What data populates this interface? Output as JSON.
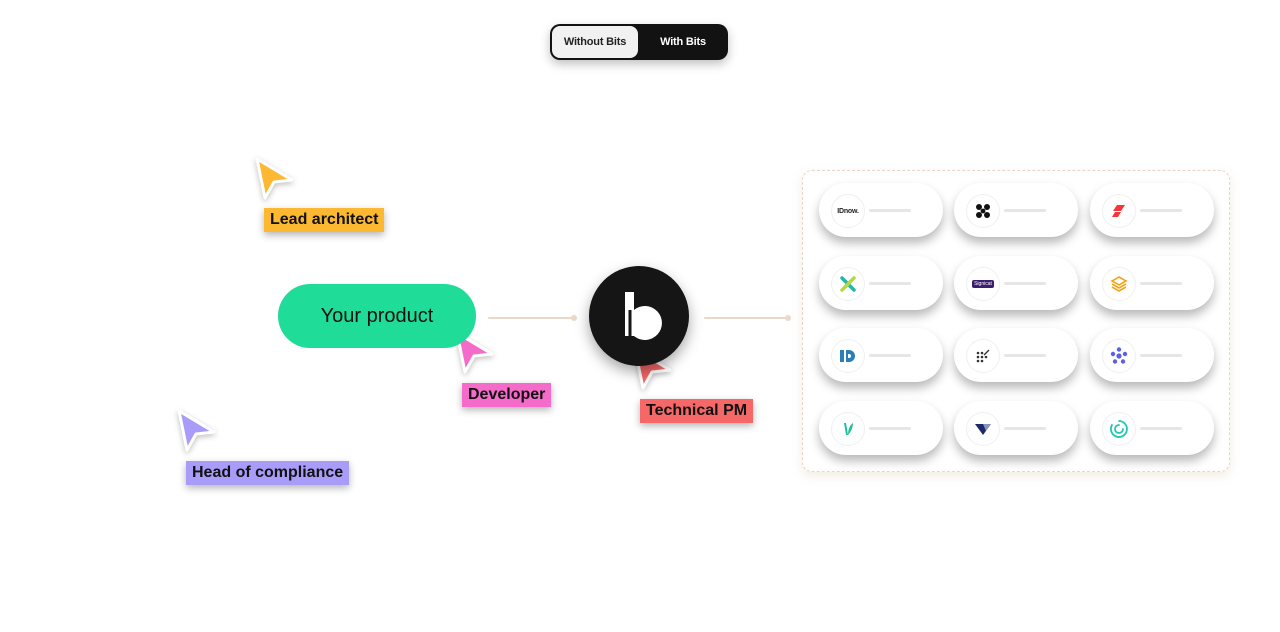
{
  "toggle": {
    "option_without": "Without Bits",
    "option_with": "With Bits",
    "selected": "Without Bits"
  },
  "roles": {
    "lead_architect": {
      "label": "Lead architect",
      "color": "#fbb830"
    },
    "developer": {
      "label": "Developer",
      "color": "#f56bc9"
    },
    "technical_pm": {
      "label": "Technical PM",
      "color": "#f66767"
    },
    "head_of_compliance": {
      "label": "Head of compliance",
      "color": "#a99bfa"
    }
  },
  "product": {
    "label": "Your product",
    "color": "#1fdc99"
  },
  "hub": {
    "icon": "bits-logo-icon",
    "color": "#151515"
  },
  "providers": [
    {
      "icon": "idnow-logo-icon",
      "wordmark": "IDnow."
    },
    {
      "icon": "onfido-grid-logo-icon"
    },
    {
      "icon": "red-slash-logo-icon"
    },
    {
      "icon": "x-logo-icon"
    },
    {
      "icon": "signicat-logo-icon",
      "wordmark": "Signicat"
    },
    {
      "icon": "layers-logo-icon"
    },
    {
      "icon": "id-logo-icon"
    },
    {
      "icon": "dot-grid-logo-icon"
    },
    {
      "icon": "ring-dots-logo-icon"
    },
    {
      "icon": "leaf-logo-icon"
    },
    {
      "icon": "triangle-logo-icon"
    },
    {
      "icon": "spiral-logo-icon"
    }
  ]
}
